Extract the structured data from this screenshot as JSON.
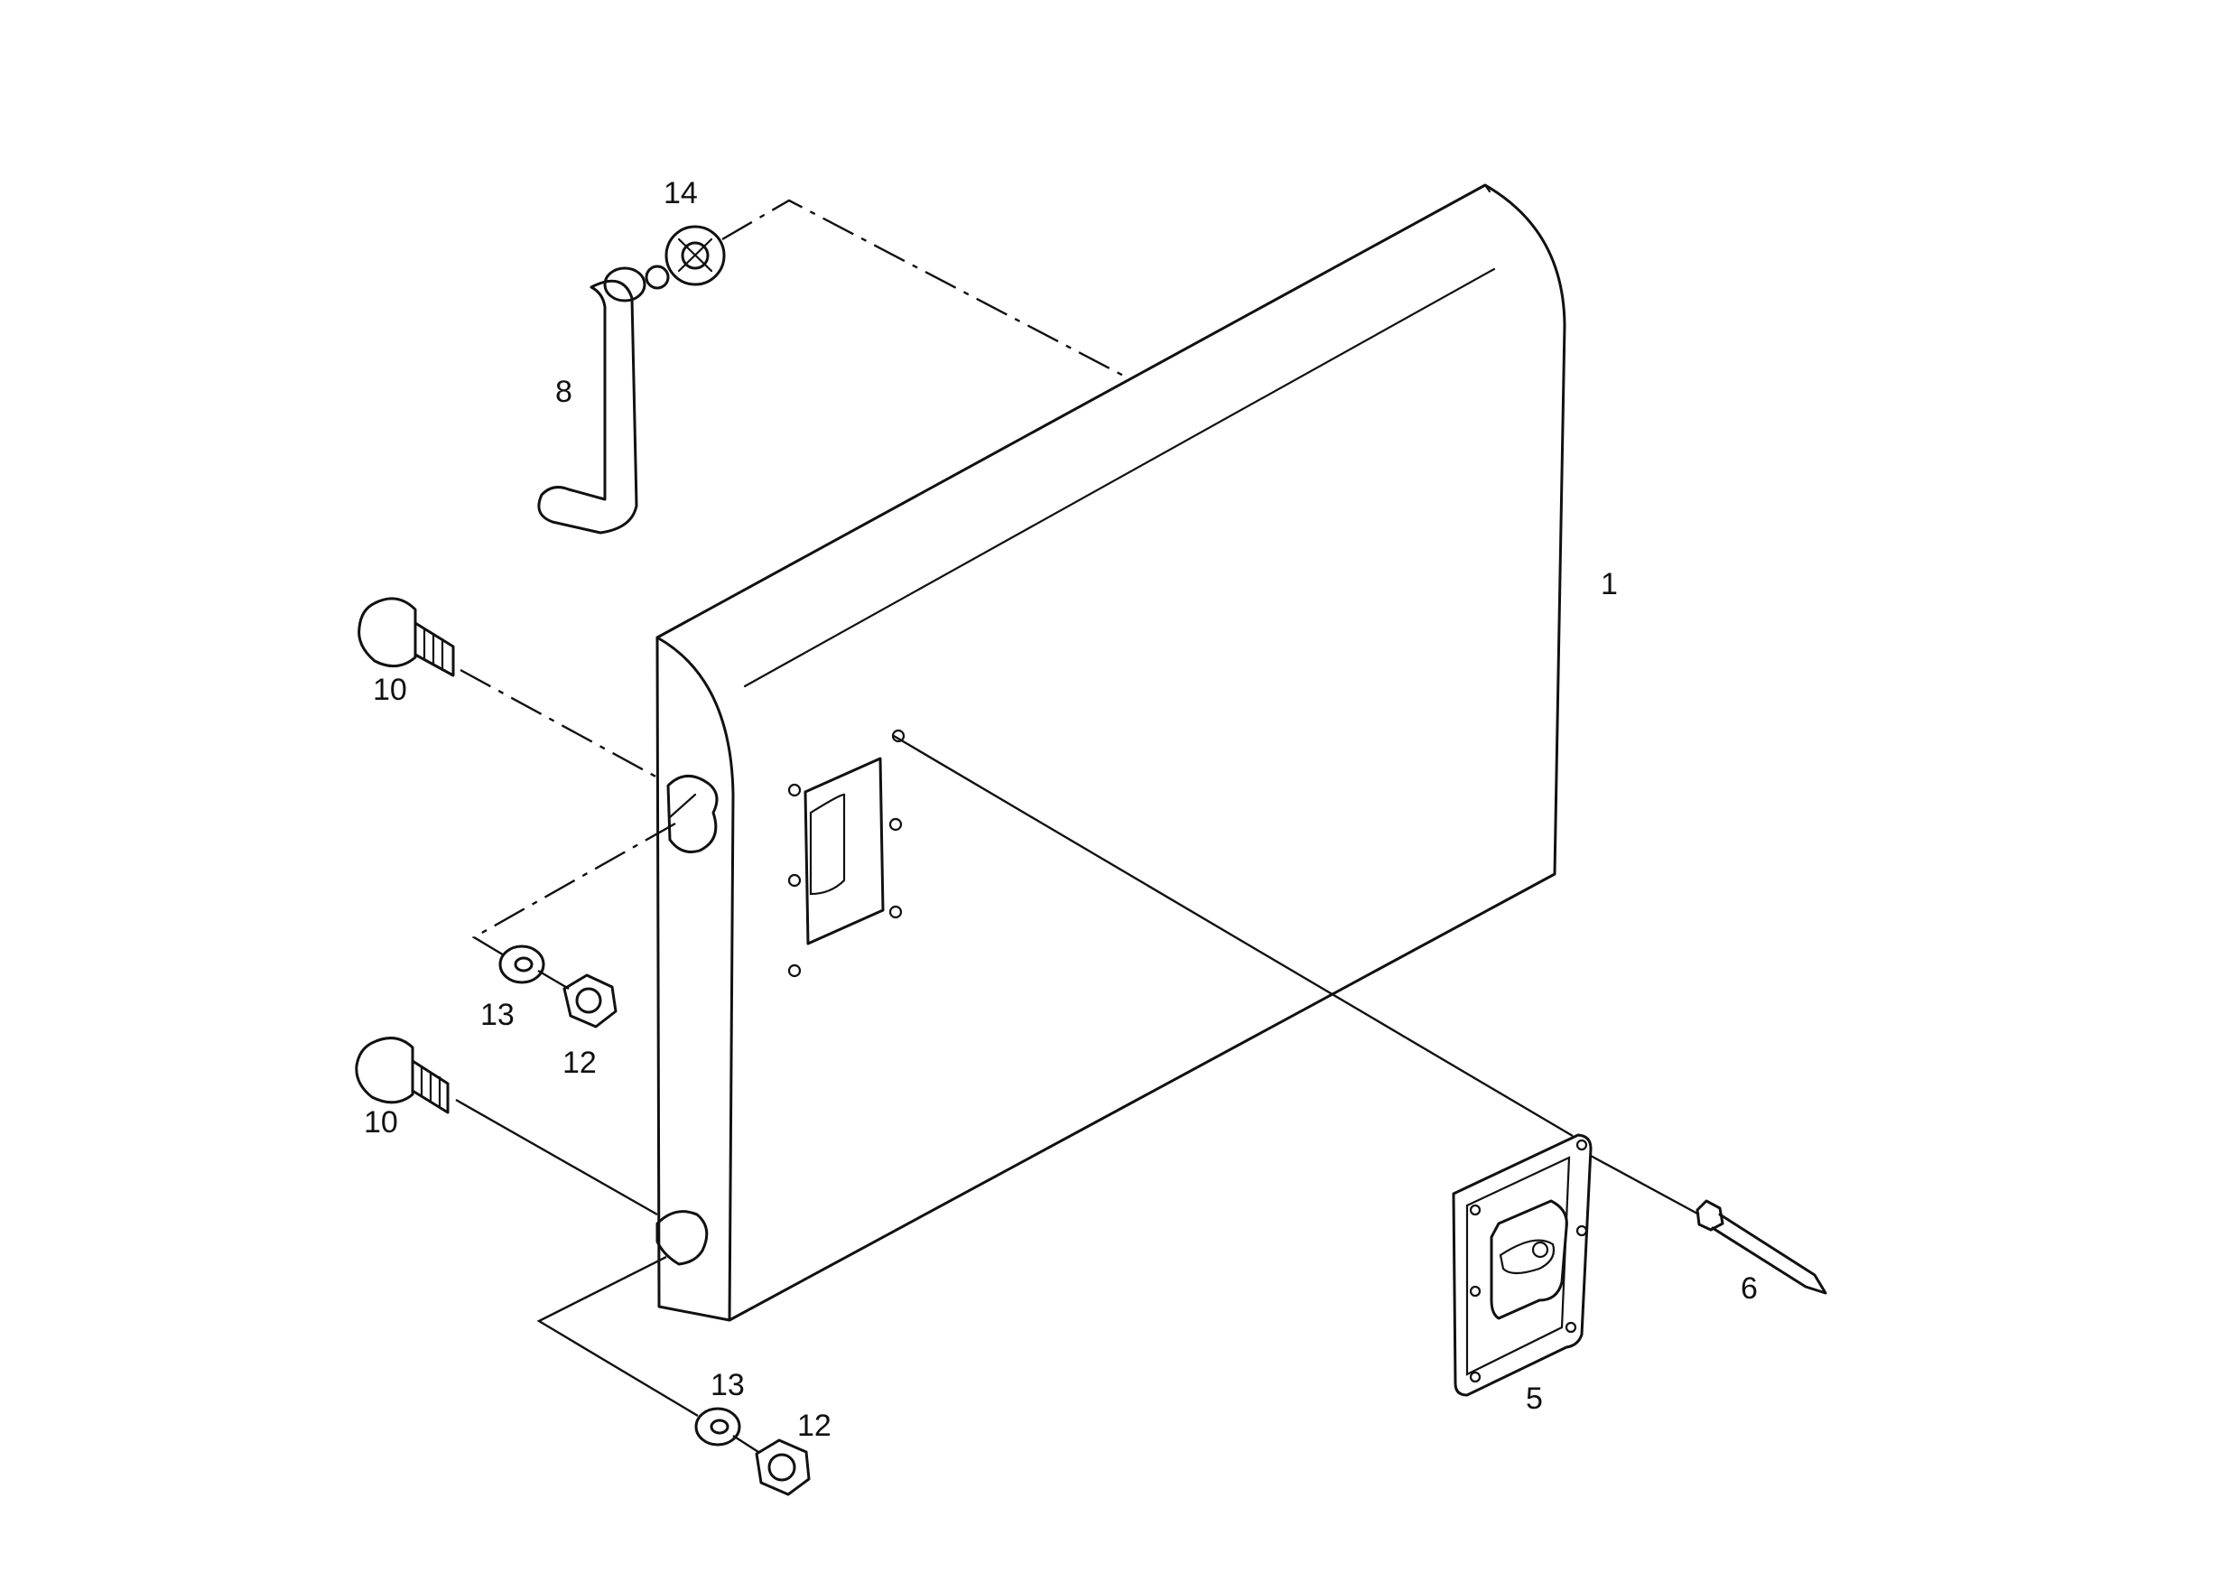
{
  "diagram": {
    "callouts": {
      "panel": "1",
      "latch_assembly": "5",
      "pin": "6",
      "handle": "8",
      "screw_upper": "10",
      "screw_lower": "10",
      "nut_upper": "12",
      "nut_lower": "12",
      "washer_upper": "13",
      "washer_lower": "13",
      "grommet": "14"
    }
  }
}
